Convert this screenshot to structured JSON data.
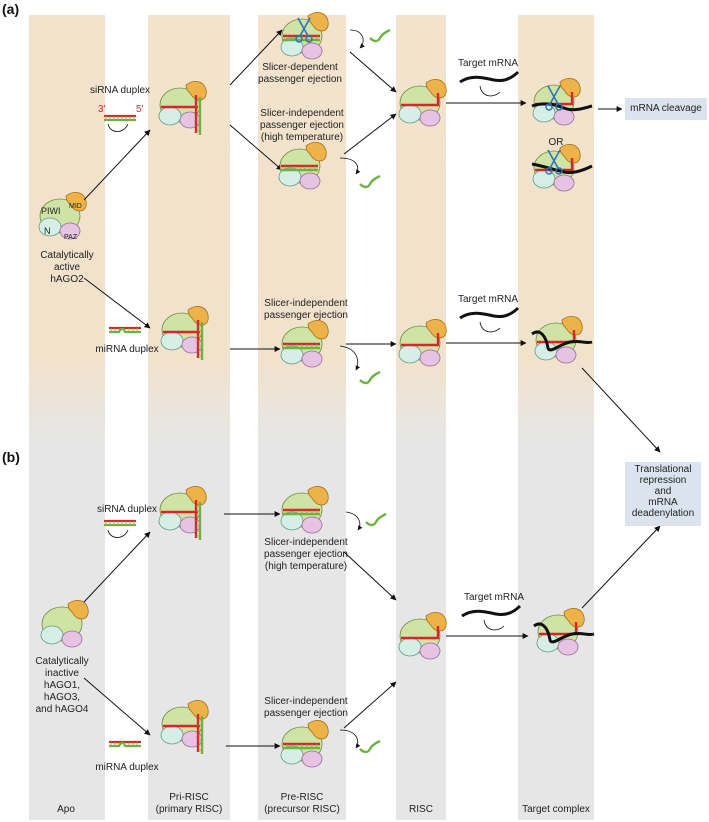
{
  "panels": {
    "a": "(a)",
    "b": "(b)"
  },
  "columns": {
    "apo": "Apo",
    "pri_risc": [
      "Pri-RISC",
      "(primary RISC)"
    ],
    "pre_risc": [
      "Pre-RISC",
      "(precursor RISC)"
    ],
    "risc": "RISC",
    "target_complex": "Target complex"
  },
  "domains": {
    "piwi": "PIWI",
    "mid": "MID",
    "n": "N",
    "paz": "PAZ"
  },
  "active_label": [
    "Catalytically",
    "active",
    "hAGO2"
  ],
  "inactive_label": [
    "Catalytically",
    "inactive",
    "hAGO1,",
    "hAGO3,",
    "and hAGO4"
  ],
  "sirna_duplex": "siRNA duplex",
  "mirna_duplex": "miRNA duplex",
  "end3": "3'",
  "end5": "5'",
  "slicer_dependent": [
    "Slicer-dependent",
    "passenger ejection"
  ],
  "slicer_independent_ht": [
    "Slicer-independent",
    "passenger ejection",
    "(high temperature)"
  ],
  "slicer_independent": [
    "Slicer-independent",
    "passenger ejection"
  ],
  "target_mrna": "Target mRNA",
  "or": "OR",
  "mrna_cleavage": "mRNA cleavage",
  "translational": [
    "Translational",
    "repression",
    "and",
    "mRNA",
    "deadenylation"
  ],
  "colors": {
    "band_top": "#f3e3cc",
    "band_bottom": "#e6e6e6",
    "piwi": "#cfe3a6",
    "mid": "#eeb24a",
    "n": "#d5efe6",
    "paz": "#e6c2e3",
    "guide": "#d8262b",
    "passenger": "#6db33f",
    "mrna": "#111111",
    "scissors": "#2b74b8",
    "result_box": "#dbe4ee"
  }
}
